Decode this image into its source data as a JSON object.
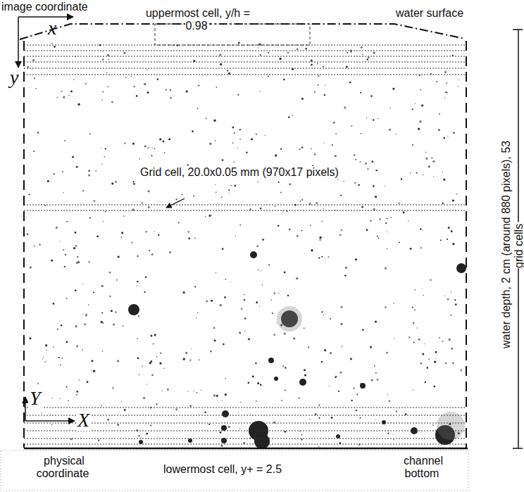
{
  "diagram": {
    "labels": [
      "image coordinate",
      "x",
      "y",
      "uppermost cell, y/h = 0.98",
      "water surface",
      "Grid cell, 20.0x0.05 mm (970x17 pixels)",
      "water depth, 2 cm (around 880 pixels), 53 grid cells",
      "Y",
      "X",
      "physical coordinate",
      "lowermost cell, y+ = 2.5",
      "channel bottom"
    ]
  }
}
